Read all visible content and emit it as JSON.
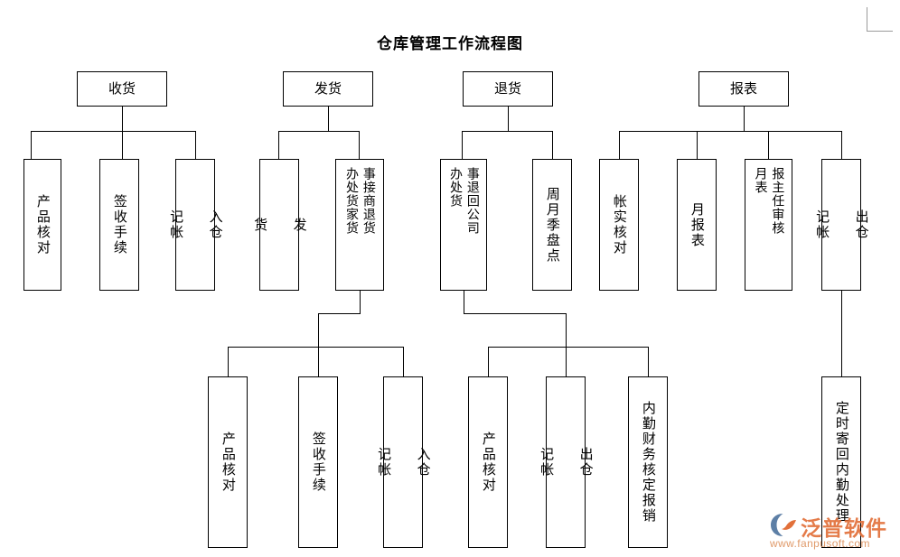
{
  "document": {
    "title": "仓库管理工作流程图"
  },
  "logo": {
    "brand": "泛普软件",
    "url": "www.fanpusoft.com",
    "mark_name": "fanpu-swoosh-logo",
    "brand_color": "#e2703a",
    "url_color": "#e09a6a"
  },
  "flow": {
    "level1": [
      {
        "id": "receiving",
        "label": "收货"
      },
      {
        "id": "shipping",
        "label": "发货"
      },
      {
        "id": "returns",
        "label": "退货"
      },
      {
        "id": "reports",
        "label": "报表"
      }
    ],
    "level2": [
      {
        "id": "product-check-1",
        "parent": "receiving",
        "label": "产品核对",
        "orientation": "vertical"
      },
      {
        "id": "signoff-1",
        "parent": "receiving",
        "label": "签收手续",
        "orientation": "vertical"
      },
      {
        "id": "inbound-ledger-1",
        "parent": "receiving",
        "label": "入仓\n\n记帐",
        "orientation": "vertical"
      },
      {
        "id": "ship-goods",
        "parent": "shipping",
        "label": "发\n\n货",
        "orientation": "vertical"
      },
      {
        "id": "merchant-return",
        "parent": "shipping",
        "label": "事接商退货\n办处货家货",
        "orientation": "vertical-2col"
      },
      {
        "id": "return-to-company",
        "parent": "returns",
        "label": "事退回公司\n办处货",
        "orientation": "vertical-2col"
      },
      {
        "id": "stocktake",
        "parent": "returns",
        "label": "周月季盘点",
        "orientation": "vertical"
      },
      {
        "id": "ledger-reconcile",
        "parent": "reports",
        "label": "帐实核对",
        "orientation": "vertical"
      },
      {
        "id": "monthly-report",
        "parent": "reports",
        "label": "月报表",
        "orientation": "vertical"
      },
      {
        "id": "manager-review",
        "parent": "reports",
        "label": "报主任审核\n月表",
        "orientation": "vertical-2col"
      },
      {
        "id": "outbound-ledger-top",
        "parent": "reports",
        "label": "出仓\n\n记帐",
        "orientation": "vertical"
      }
    ],
    "level3": [
      {
        "id": "product-check-2",
        "parent": "merchant-return",
        "label": "产品核对",
        "orientation": "vertical"
      },
      {
        "id": "signoff-2",
        "parent": "merchant-return",
        "label": "签收手续",
        "orientation": "vertical"
      },
      {
        "id": "inbound-ledger-2",
        "parent": "merchant-return",
        "label": "入仓\n\n记帐",
        "orientation": "vertical"
      },
      {
        "id": "product-check-3",
        "parent": "return-to-company",
        "label": "产品核对",
        "orientation": "vertical"
      },
      {
        "id": "outbound-ledger-2",
        "parent": "return-to-company",
        "label": "出仓\n\n记帐",
        "orientation": "vertical"
      },
      {
        "id": "finance-reimburse",
        "parent": "return-to-company",
        "label": "内勤财务核定报销",
        "orientation": "vertical"
      },
      {
        "id": "mail-back-office",
        "parent": "outbound-ledger-top",
        "label": "定时寄回内勤处理",
        "orientation": "vertical"
      }
    ]
  }
}
